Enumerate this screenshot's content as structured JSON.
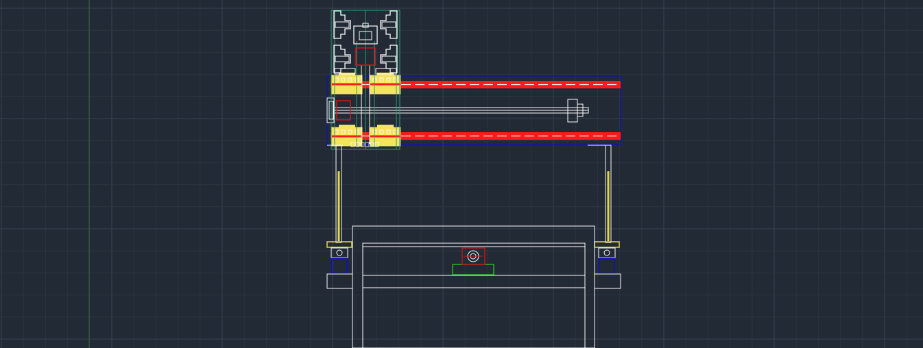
{
  "app": {
    "type": "CAD drawing viewport",
    "view": "2D model space"
  },
  "colors": {
    "background": "#222a35",
    "grid_minor": "#2c3440",
    "grid_major": "#38424f",
    "y_axis": "#2f6b34",
    "linework": "#ffffff",
    "rail": "#ff1a1a",
    "carriage": "#f2e55c",
    "frame_outline": "#1010c8",
    "guide": "#2f9c78",
    "motor_mount": "#2fd12f",
    "motor": "#d01818",
    "support_post": "#e3d84a"
  },
  "layers": [
    {
      "name": "rail",
      "color": "#ff1a1a"
    },
    {
      "name": "carriage",
      "color": "#f2e55c"
    },
    {
      "name": "frame",
      "color": "#1010c8"
    },
    {
      "name": "guide",
      "color": "#2f9c78"
    },
    {
      "name": "motor",
      "color": "#d01818"
    },
    {
      "name": "mount",
      "color": "#2fd12f"
    }
  ]
}
